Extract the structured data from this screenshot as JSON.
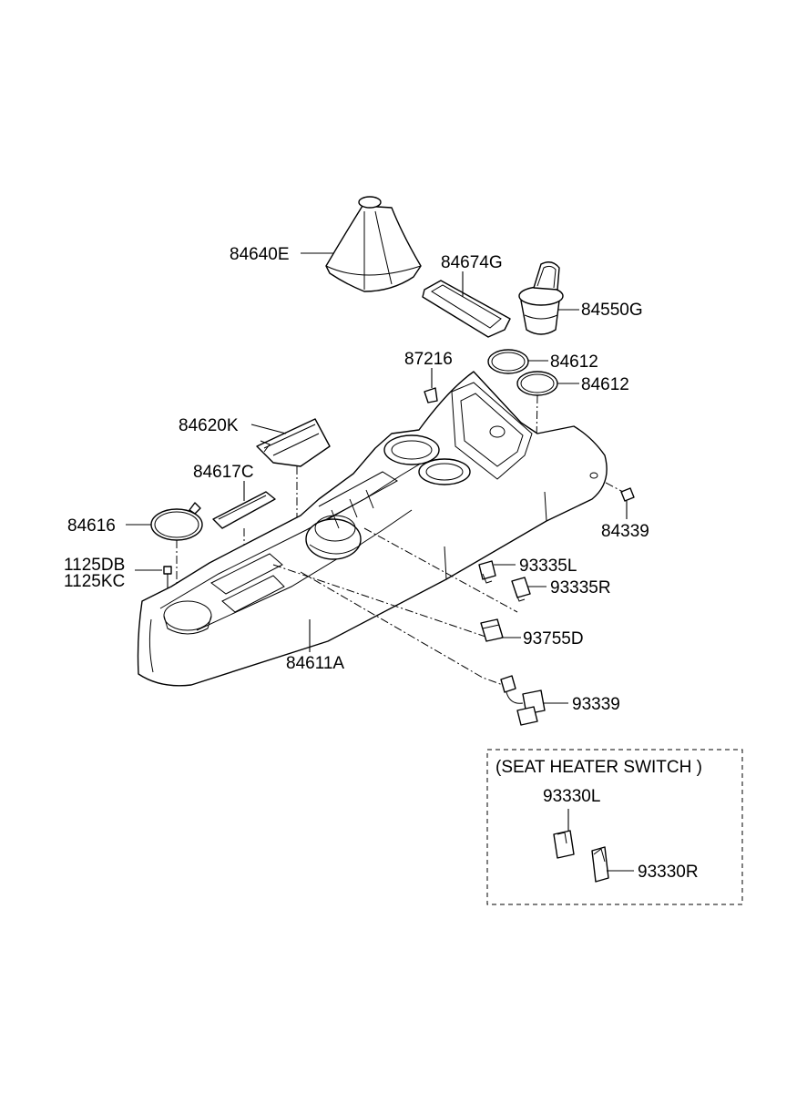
{
  "parts": {
    "shift_boot": "84640E",
    "tray_mat": "84674G",
    "ashtray": "84550G",
    "cup_ring_upper": "84612",
    "cup_ring_lower": "84612",
    "clip": "87216",
    "cover": "84620K",
    "pad": "84617C",
    "ring_rear": "84616",
    "screw_a": "1125DB",
    "screw_b": "1125KC",
    "console": "84611A",
    "nut": "84339",
    "switch_l": "93335L",
    "switch_r": "93335R",
    "switch_d": "93755D",
    "harness": "93339"
  },
  "inset": {
    "title": "(SEAT HEATER SWITCH )",
    "switch_l": "93330L",
    "switch_r": "93330R"
  }
}
